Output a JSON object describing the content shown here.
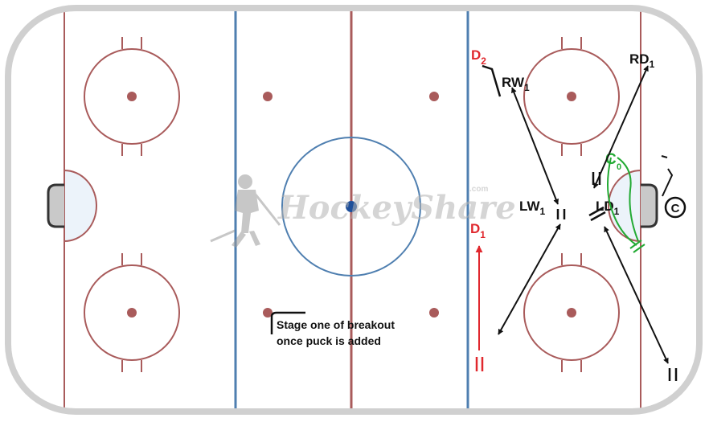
{
  "colors": {
    "board": "#d0d0d0",
    "ice": "#ffffff",
    "red_line": "#a95b5b",
    "blue_line": "#4f7fb0",
    "crease": "#ecf3fa",
    "net": "#c9c9c9",
    "arrow": "#111111",
    "defense": "#e0282e",
    "coach": "#22aa33",
    "watermark": "#b3b3b3"
  },
  "watermark": {
    "text": "HockeyShare",
    "suffix": ".com"
  },
  "players": {
    "d2": {
      "letter": "D",
      "sub": "2"
    },
    "rw1": {
      "letter": "RW",
      "sub": "1"
    },
    "rd1": {
      "letter": "RD",
      "sub": "1"
    },
    "lw1": {
      "letter": "LW",
      "sub": "1"
    },
    "ld1": {
      "letter": "LD",
      "sub": "1"
    },
    "d1": {
      "letter": "D",
      "sub": "1"
    },
    "coach_green": {
      "letter": "C",
      "sub": "0"
    },
    "coach_black": {
      "letter": "C"
    }
  },
  "annotation": {
    "line1": "Stage one of breakout",
    "line2": "once puck is added"
  }
}
